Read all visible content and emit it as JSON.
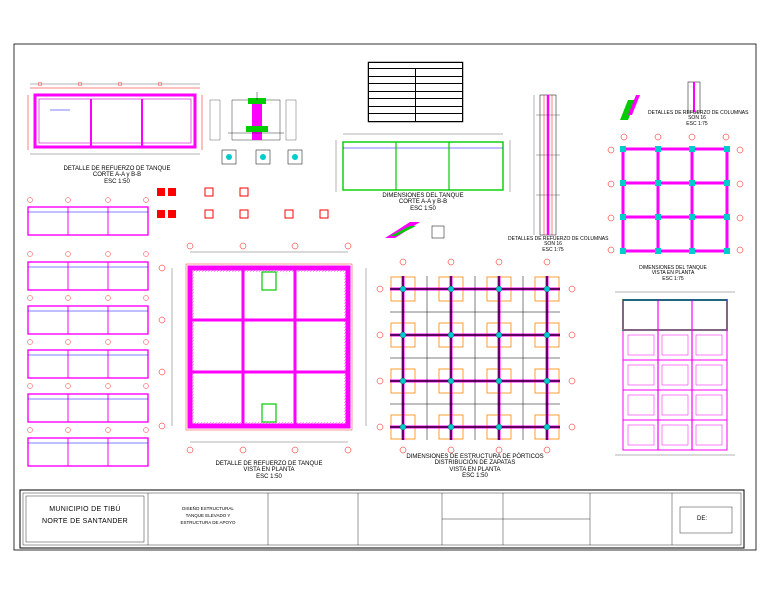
{
  "drawings": {
    "tank_section_rebar": {
      "title": "DETALLE DE REFUERZO DE TANQUE",
      "subtitle": "CORTE A-A y B-B",
      "scale": "ESC 1:50"
    },
    "tank_section_dims": {
      "title": "DIMENSIONES DEL TANQUE",
      "subtitle": "CORTE A-A y B-B",
      "scale": "ESC 1:50"
    },
    "tank_plan_rebar": {
      "title": "DETALLE DE REFUERZO DE TANQUE",
      "subtitle": "VISTA EN PLANTA",
      "scale": "ESC 1:50"
    },
    "porticos": {
      "title": "DIMENSIONES DE ESTRUCTURA DE PÓRTICOS",
      "subtitle": "DISTRIBUCIÓN DE ZAPATAS",
      "line3": "VISTA EN PLANTA",
      "scale": "ESC 1:50"
    },
    "column_rebar_left": {
      "title": "DETALLES DE REFUERZO DE COLUMNAS",
      "subtitle": "SON 16",
      "scale": "ESC 1:75"
    },
    "column_rebar_right": {
      "title": "DETALLES DE REFUERZO DE COLUMNAS",
      "subtitle": "SON 16",
      "scale": "ESC 1:75"
    },
    "tank_dims_plan": {
      "title": "DIMENSIONES DEL TANQUE",
      "subtitle": "VISTA EN PLANTA",
      "scale": "ESC 1:75"
    }
  },
  "title_block": {
    "client_line1": "MUNICIPIO DE TIBÚ",
    "client_line2": "NORTE DE SANTANDER",
    "project_line1": "DISEÑO ESTRUCTURAL",
    "project_line2": "TANQUE ELEVADO Y",
    "project_line3": "ESTRUCTURA DE APOYO",
    "sheet_label": "DE:"
  }
}
